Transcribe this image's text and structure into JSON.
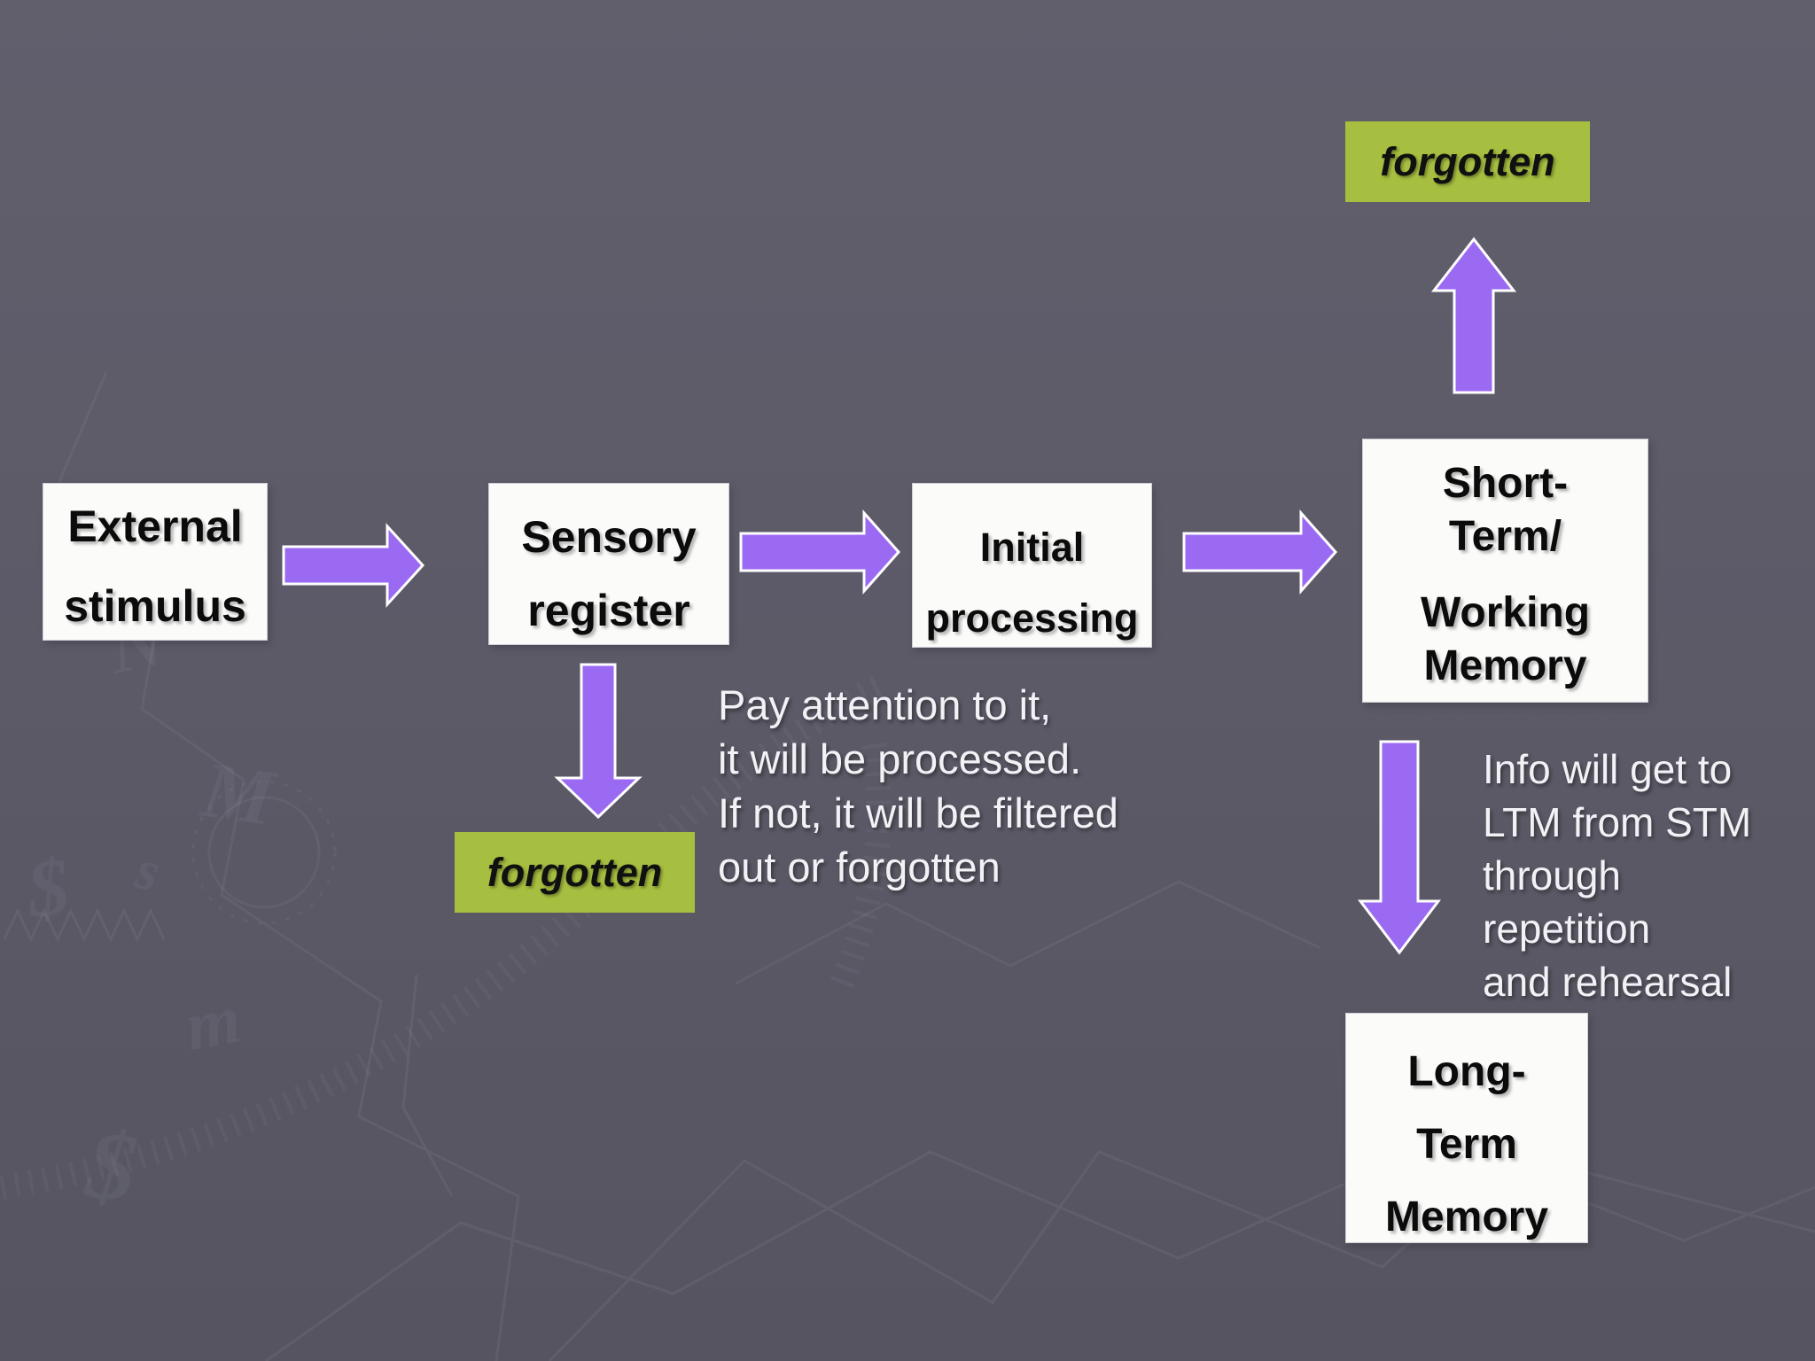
{
  "colors": {
    "background": "#5c5a67",
    "box_bg": "#fbfbfa",
    "box_text": "#0b0b0b",
    "arrow_fill": "#9b6af2",
    "arrow_outline": "#ffffff",
    "forgotten_bg": "#a6bf40",
    "forgotten_text": "#101010",
    "note_text": "#f2f1f5"
  },
  "nodes": {
    "external_stimulus": {
      "lines": [
        "External",
        "stimulus"
      ]
    },
    "sensory_register": {
      "lines": [
        "Sensory",
        "register"
      ]
    },
    "initial_processing": {
      "lines": [
        "Initial",
        "processing"
      ]
    },
    "short_term_working_memory": {
      "groups": [
        [
          "Short-",
          "Term/"
        ],
        [
          "Working",
          "Memory"
        ]
      ]
    },
    "long_term_memory": {
      "lines": [
        "Long-",
        "Term",
        "Memory"
      ]
    },
    "forgotten_top": {
      "label": "forgotten"
    },
    "forgotten_sensory": {
      "label": "forgotten"
    }
  },
  "notes": {
    "attention": {
      "lines": [
        "Pay attention to it,",
        "it will be processed.",
        "If not, it will be filtered",
        "out or forgotten"
      ]
    },
    "rehearsal": {
      "lines": [
        "Info will get to",
        "LTM from STM",
        "through",
        "repetition",
        "and rehearsal"
      ]
    }
  }
}
